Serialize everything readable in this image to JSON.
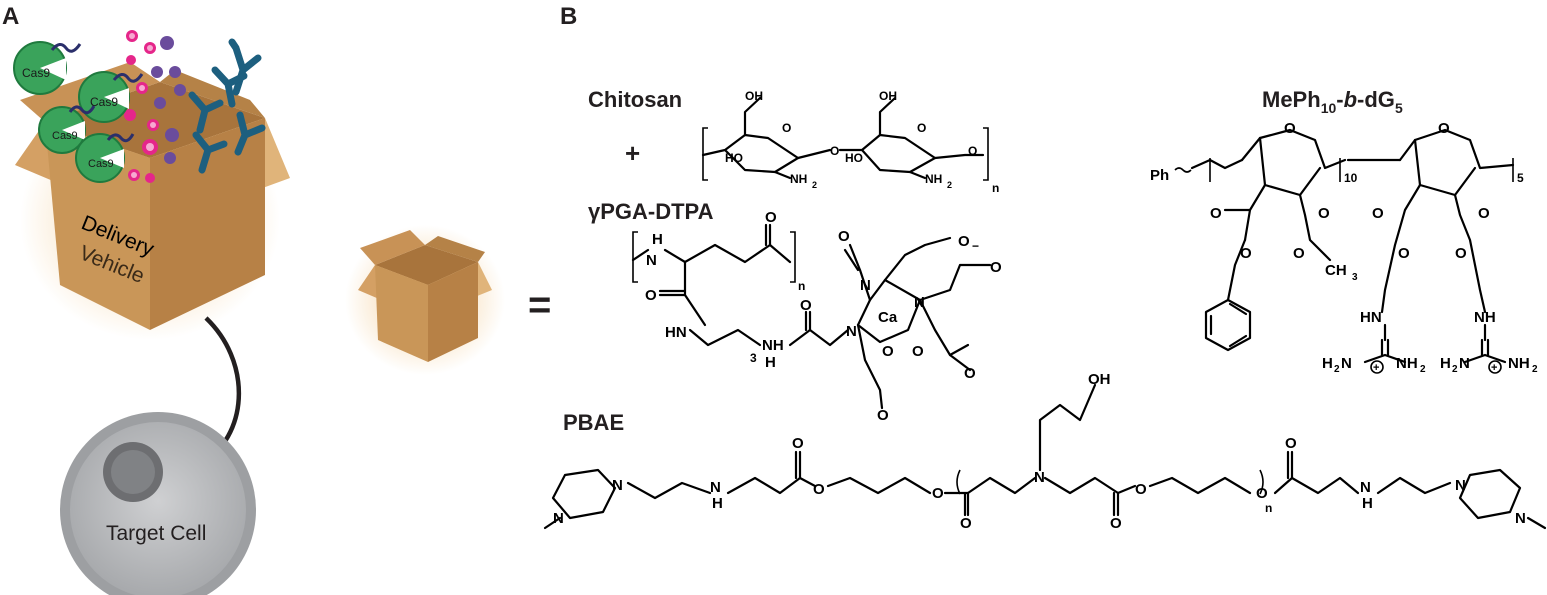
{
  "panels": {
    "a": "A",
    "b": "B"
  },
  "panel_a": {
    "protein_label": "Cas9",
    "box_label_line1": "Delivery",
    "box_label_line2": "Vehicle",
    "cell_label": "Target Cell"
  },
  "equals": "=",
  "materials": {
    "chitosan": "Chitosan",
    "plus": "+",
    "gpga": "γPGA-DTPA",
    "pbae": "PBAE",
    "meph_base": "MePh",
    "meph_sub1": "10",
    "meph_mid": "-",
    "meph_italic": "b",
    "meph_tail": "-dG",
    "meph_sub2": "5"
  },
  "atoms": {
    "oh": "OH",
    "o": "O",
    "ho": "HO",
    "nh": "NH",
    "nh2": "NH",
    "two": "2",
    "n": "n",
    "three": "3",
    "ten": "10",
    "five": "5",
    "h": "H",
    "N": "N",
    "ca": "Ca",
    "ph": "Ph",
    "ch3": "CH",
    "hn": "HN",
    "h2n": "H",
    "plus_charge": "+",
    "minus_charge": "−"
  },
  "colors": {
    "cas9_green": "#3aa35b",
    "cas9_dark": "#1f7a3e",
    "dna_navy": "#2b2f6b",
    "magenta": "#e5268a",
    "purple": "#6a4c9c",
    "antibody_teal": "#1d5f7f",
    "box_light": "#d9a86c",
    "box_dark": "#b98345",
    "cell_outer": "#b7b8ba",
    "cell_nucleus": "#808285"
  }
}
